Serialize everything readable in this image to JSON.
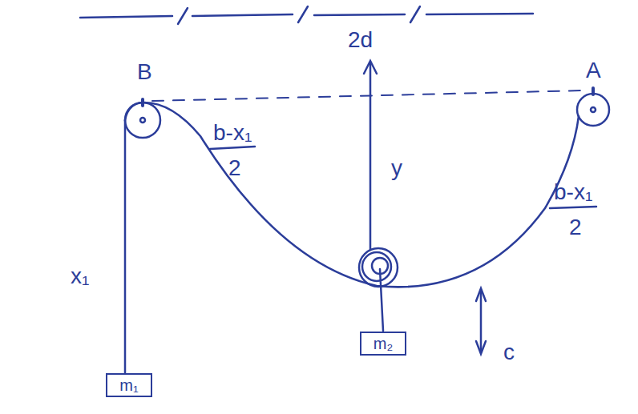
{
  "diagram": {
    "nodes": [
      {
        "text": [
          "m₁"
        ]
      },
      {
        "text": [
          "m₂"
        ]
      }
    ],
    "labels": [
      "B",
      "A",
      "2d",
      "y",
      "b-x₁",
      "2",
      "b-x₁",
      "2",
      "x₁",
      "c"
    ]
  }
}
